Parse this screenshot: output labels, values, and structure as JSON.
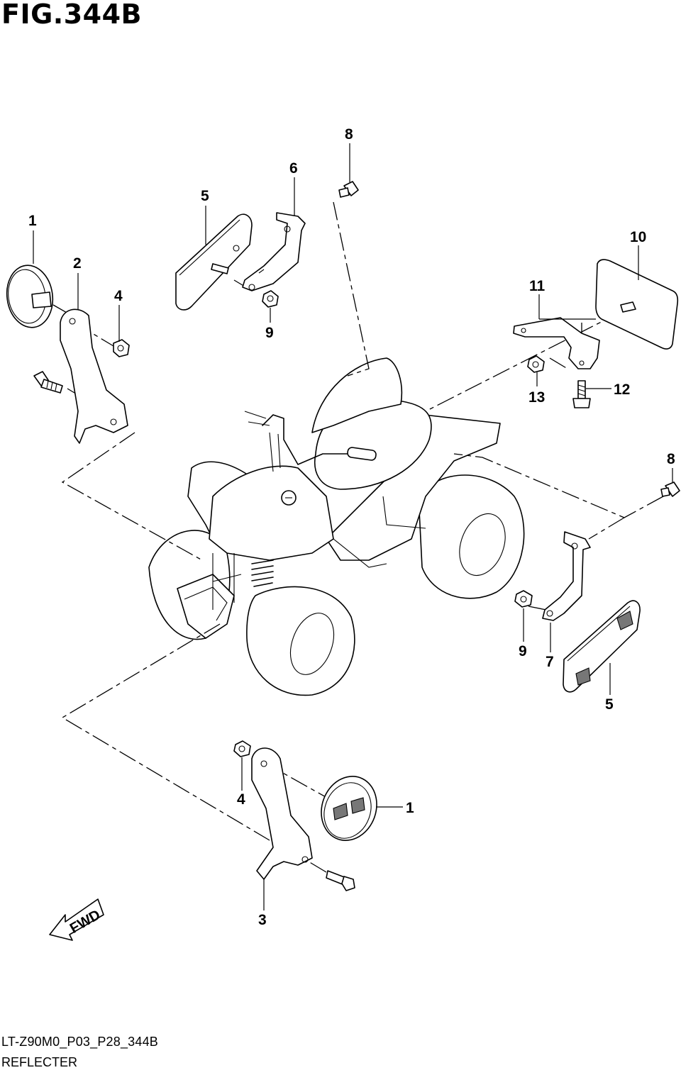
{
  "figure": {
    "title": "FIG.344B",
    "code": "LT-Z90M0_P03_P28_344B",
    "name": "REFLECTER",
    "fwd_label": "FWD"
  },
  "callouts": {
    "c1a": "1",
    "c2": "2",
    "c4a": "4",
    "c5a": "5",
    "c6": "6",
    "c8a": "8",
    "c9a": "9",
    "c10": "10",
    "c11": "11",
    "c12": "12",
    "c13": "13",
    "c8b": "8",
    "c9b": "9",
    "c7": "7",
    "c5b": "5",
    "c4b": "4",
    "c1b": "1",
    "c3": "3"
  }
}
